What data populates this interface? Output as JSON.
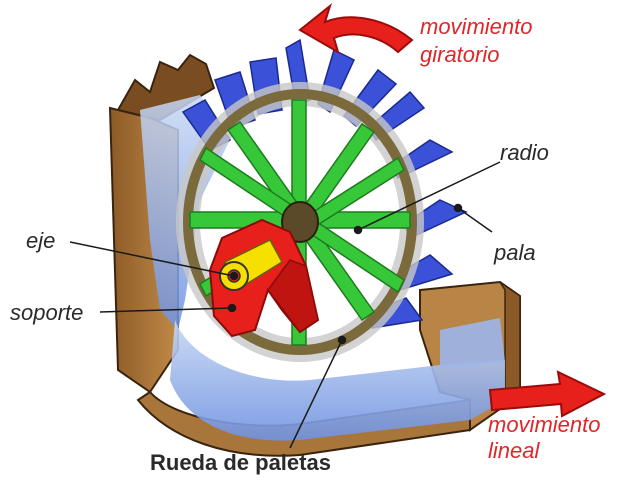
{
  "labels": {
    "movimiento_giratorio_1": "movimiento",
    "movimiento_giratorio_2": "giratorio",
    "radio": "radio",
    "pala": "pala",
    "eje": "eje",
    "soporte": "soporte",
    "movimiento_lineal_1": "movimiento",
    "movimiento_lineal_2": "lineal",
    "title": "Rueda de paletas"
  },
  "colors": {
    "label_red": "#e0262a",
    "label_dark": "#2a2a2a",
    "wood": "#b0803e",
    "wood_dark": "#6b4520",
    "water": "#7fa4e8",
    "blade": "#3b52d8",
    "spoke": "#36c838",
    "rim": "#8a7a4a",
    "support": "#e8201c",
    "axle": "#f5e000",
    "arrow": "#e8201c"
  }
}
